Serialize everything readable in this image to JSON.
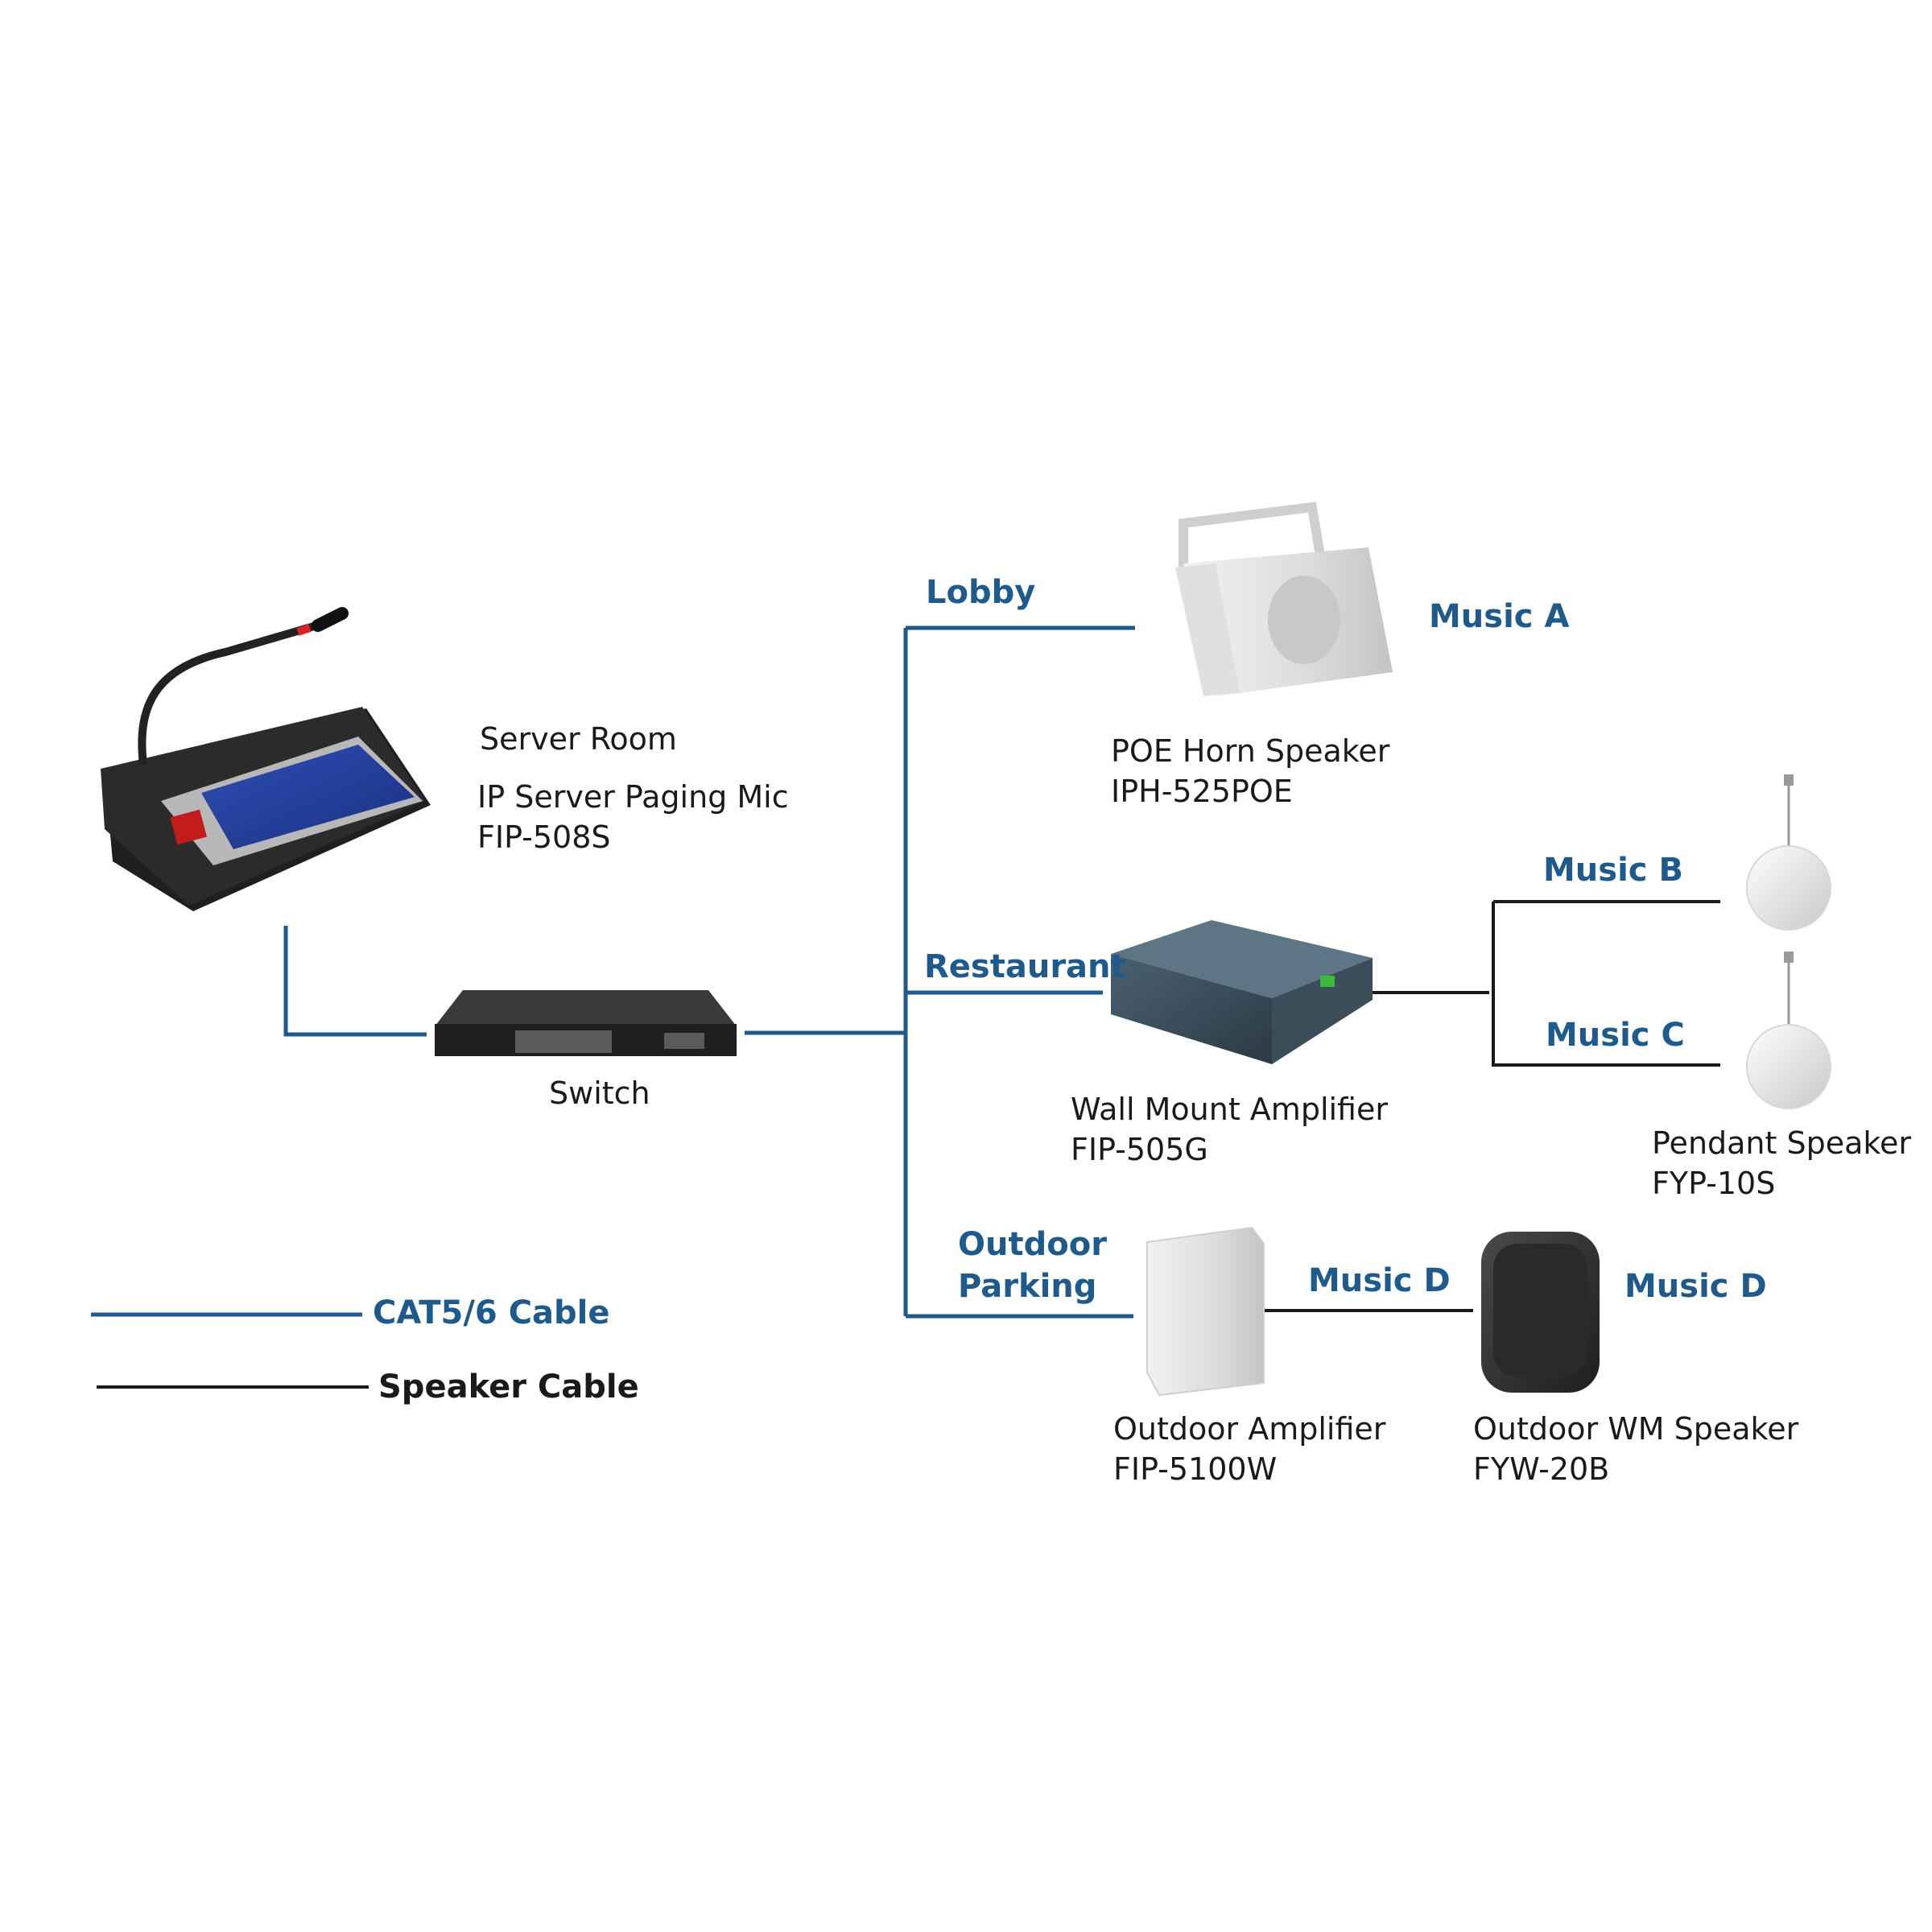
{
  "colors": {
    "cat_cable": "#1f5a8c",
    "speaker_cable": "#1a1a1a",
    "zone_text": "#1f5a8c",
    "device_text": "#1a1a1a"
  },
  "devices": {
    "paging_mic": {
      "location": "Server Room",
      "name": "IP Server Paging Mic",
      "model": "FIP-508S"
    },
    "switch": {
      "name": "Switch"
    },
    "horn_speaker": {
      "name": "POE Horn Speaker",
      "model": "IPH-525POE"
    },
    "wall_amp": {
      "name": "Wall Mount Amplifier",
      "model": "FIP-505G"
    },
    "pendant_speaker": {
      "name": "Pendant Speaker",
      "model": "FYP-10S"
    },
    "outdoor_amp": {
      "name": "Outdoor Amplifier",
      "model": "FIP-5100W"
    },
    "outdoor_wm_speaker": {
      "name": "Outdoor WM Speaker",
      "model": "FYW-20B"
    }
  },
  "zones": {
    "lobby": "Lobby",
    "restaurant": "Restaurant",
    "outdoor_parking_1": "Outdoor",
    "outdoor_parking_2": "Parking"
  },
  "music": {
    "a": "Music A",
    "b": "Music B",
    "c": "Music C",
    "d_amp": "Music D",
    "d_speaker": "Music D"
  },
  "legend": {
    "cat_cable": "CAT5/6 Cable",
    "speaker_cable": "Speaker Cable"
  }
}
